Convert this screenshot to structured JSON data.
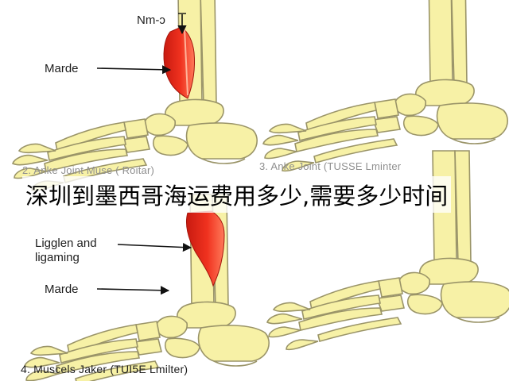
{
  "labels": {
    "top_marker": "Nm-ɔ",
    "marde_top": "Marde",
    "ligament_line1": "Ligglen and",
    "ligament_line2": "ligaming",
    "marde_bottom": "Marde"
  },
  "captions": {
    "panel2": "2. Anke Joint Muse ( Roitar)",
    "panel3": "3. Anke Joint (TUSSE Lminter",
    "panel4": "4. Muscels Jaker (TUI5E Lmilter)"
  },
  "overlay_text": "深圳到墨西哥海运费用多少,需要多少时间",
  "colors": {
    "bone_fill": "#f7f1a6",
    "bone_stroke": "#9a9468",
    "muscle": "#e0281a",
    "muscle_light": "#ff7a5a",
    "arrow": "#111111"
  },
  "icons": [
    "foot-skeleton",
    "calf-muscle",
    "pointer-arrow"
  ]
}
